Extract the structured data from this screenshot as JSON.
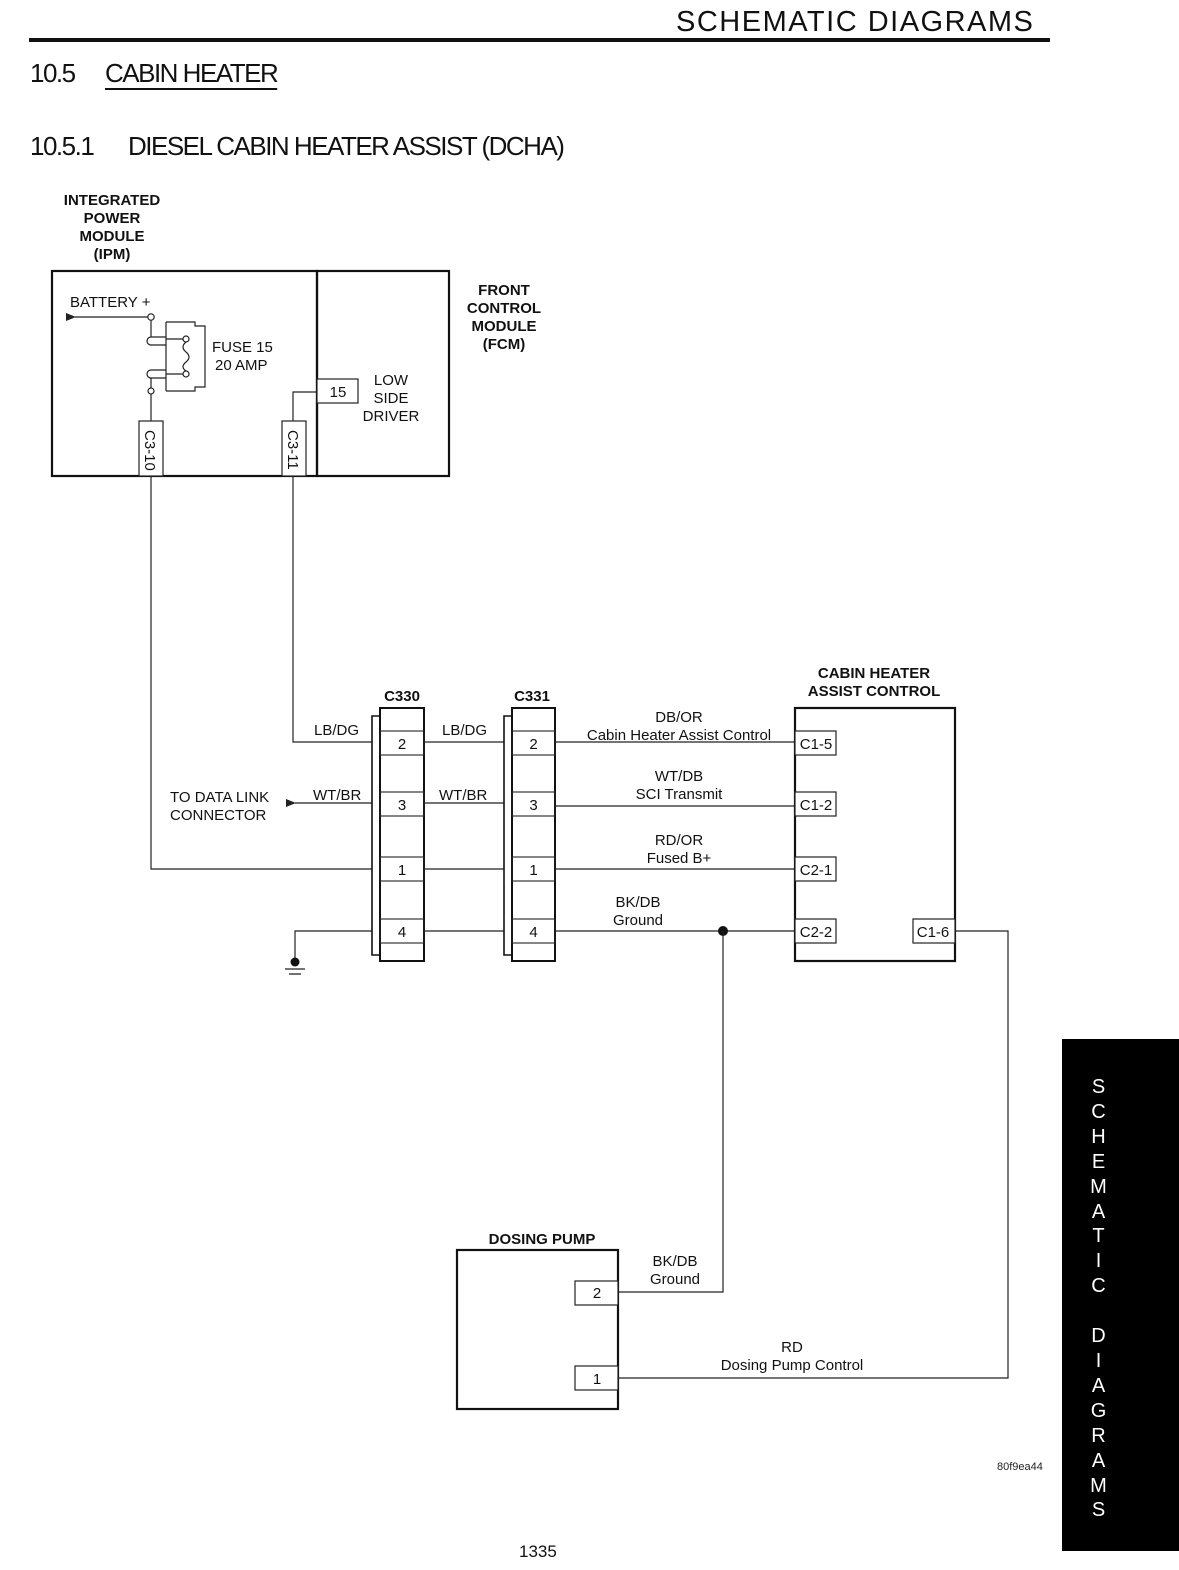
{
  "header": {
    "title": "SCHEMATIC DIAGRAMS"
  },
  "section": {
    "number": "10.5",
    "title": "CABIN HEATER"
  },
  "subsection": {
    "number": "10.5.1",
    "title": "DIESEL CABIN HEATER ASSIST (DCHA)"
  },
  "diagram": {
    "ipm": {
      "title_lines": [
        "INTEGRATED",
        "POWER",
        "MODULE",
        "(IPM)"
      ],
      "battery_label": "BATTERY +",
      "fuse_lines": [
        "FUSE 15",
        "20 AMP"
      ],
      "pins": [
        "C3-10",
        "C3-11"
      ]
    },
    "fcm": {
      "title_lines": [
        "FRONT",
        "CONTROL",
        "MODULE",
        "(FCM)"
      ],
      "pin": "15",
      "driver_lines": [
        "LOW",
        "SIDE",
        "DRIVER"
      ]
    },
    "connectors": [
      {
        "name": "C330",
        "pins": [
          "2",
          "3",
          "1",
          "4"
        ]
      },
      {
        "name": "C331",
        "pins": [
          "2",
          "3",
          "1",
          "4"
        ]
      }
    ],
    "left_wires": {
      "lb_dg": "LB/DG",
      "wt_br": "WT/BR",
      "data_link_lines": [
        "TO DATA LINK",
        "CONNECTOR"
      ]
    },
    "between_wires": {
      "lb_dg": "LB/DG",
      "wt_br": "WT/BR"
    },
    "circuits": [
      {
        "color": "DB/OR",
        "function": "Cabin Heater Assist Control",
        "pin": "C1-5"
      },
      {
        "color": "WT/DB",
        "function": "SCI Transmit",
        "pin": "C1-2"
      },
      {
        "color": "RD/OR",
        "function": "Fused B+",
        "pin": "C2-1"
      },
      {
        "color": "BK/DB",
        "function": "Ground",
        "pin": "C2-2"
      }
    ],
    "chac": {
      "title_lines": [
        "CABIN HEATER",
        "ASSIST CONTROL"
      ],
      "output_pin": "C1-6"
    },
    "dosing_pump": {
      "title": "DOSING PUMP",
      "pins": [
        "2",
        "1"
      ],
      "ground_wire": {
        "color": "BK/DB",
        "function": "Ground"
      },
      "control_wire": {
        "color": "RD",
        "function": "Dosing Pump Control"
      }
    },
    "figure_id": "80f9ea44"
  },
  "side_tab": {
    "letters": [
      "S",
      "C",
      "H",
      "E",
      "M",
      "A",
      "T",
      "I",
      "C",
      "",
      "D",
      "I",
      "A",
      "G",
      "R",
      "A",
      "M",
      "S"
    ]
  },
  "page_number": "1335"
}
